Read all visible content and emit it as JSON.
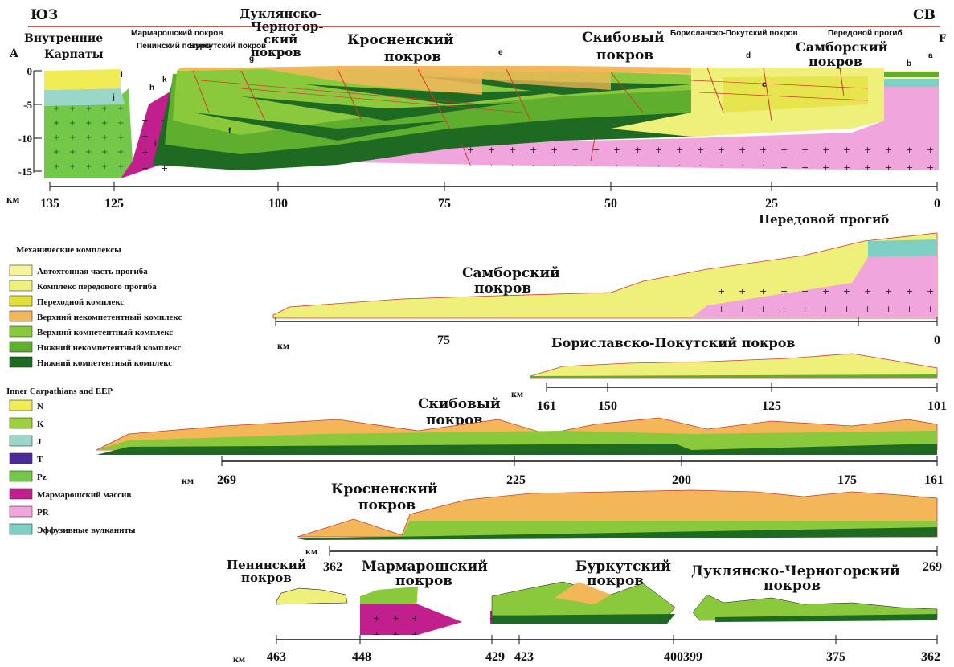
{
  "profile": {
    "sw_label": "ЮЗ",
    "ne_label": "СВ",
    "point_a": "A",
    "point_f": "F",
    "depth_ticks": [
      "0",
      "-5",
      "-10",
      "-15"
    ],
    "km_unit": "км",
    "km_ticks": [
      "135",
      "125",
      "100",
      "75",
      "50",
      "25",
      "0"
    ],
    "unit_labels": {
      "inner": "Внутренние",
      "inner2": "Карпаты",
      "marmarosh": "Мармарошский покров",
      "pieniny": "Пенинский покров",
      "burkut": "Буркутский покров",
      "duklya1": "Дуклянско-",
      "duklya2": "Черногор-",
      "duklya3": "ский",
      "duklya4": "покров",
      "krosno1": "Кросненский",
      "krosno2": "покров",
      "skiba1": "Скибовый",
      "skiba2": "покров",
      "boryslav": "Бориславско-Покутский покров",
      "foredeep_top": "Передовой прогиб",
      "sambir1": "Самборский",
      "sambir2": "покров"
    },
    "markers": [
      "e",
      "d",
      "c",
      "b",
      "a",
      "f",
      "g",
      "h",
      "i",
      "j",
      "k",
      "l"
    ]
  },
  "legend": {
    "mech_title": "Механические комплексы",
    "mech_items": [
      {
        "label": "Автохтонная часть прогиба",
        "color": "#f6f39a"
      },
      {
        "label": "Комплекс передового прогиба",
        "color": "#eef07a"
      },
      {
        "label": "Переходной комплекс",
        "color": "#e3df3a"
      },
      {
        "label": "Верхний некомпетентный комплекс",
        "color": "#f3b75a"
      },
      {
        "label": "Верхний компетентный комплекс",
        "color": "#8ac83c"
      },
      {
        "label": "Нижний некомпетентный комплекс",
        "color": "#5fae2e"
      },
      {
        "label": "Нижний компетентный комплекс",
        "color": "#1f6a22"
      }
    ],
    "inner_title": "Inner Carpathians and EEP",
    "inner_items": [
      {
        "label": "N",
        "color": "#f0ec55"
      },
      {
        "label": "K",
        "color": "#9fcf3e"
      },
      {
        "label": "J",
        "color": "#9ad7c8"
      },
      {
        "label": "T",
        "color": "#4d2a9a"
      },
      {
        "label": "Pz",
        "color": "#73c84a"
      },
      {
        "label": "Мармарошский массив",
        "color": "#c21f8e"
      },
      {
        "label": "PR",
        "color": "#f0a6dc"
      },
      {
        "label": "Эффузивные вулканиты",
        "color": "#7fd0c4"
      }
    ]
  },
  "restored": [
    {
      "title1": "Передовой прогиб",
      "name1": "Самборский",
      "name2": "покров",
      "km_unit": "км",
      "ticks": [
        "75",
        "0"
      ]
    },
    {
      "name": "Бориславско-Покутский покров",
      "km_unit": "км",
      "ticks": [
        "161",
        "150",
        "125",
        "101"
      ]
    },
    {
      "name1": "Скибовый",
      "name2": "покров",
      "km_unit": "км",
      "ticks": [
        "269",
        "225",
        "200",
        "175",
        "161"
      ]
    },
    {
      "name1": "Кросненский",
      "name2": "покров",
      "km_unit": "км",
      "ticks": [
        "362",
        "269"
      ]
    },
    {
      "pieniny1": "Пенинский",
      "pieniny2": "покров",
      "marm1": "Мармарошский",
      "marm2": "покров",
      "burkut1": "Буркутский",
      "burkut2": "покров",
      "duklya1": "Дуклянско-Черногорский",
      "duklya2": "покров",
      "km_unit": "км",
      "ticks": [
        "463",
        "448",
        "429",
        "423",
        "400399",
        "375",
        "362"
      ]
    }
  ]
}
